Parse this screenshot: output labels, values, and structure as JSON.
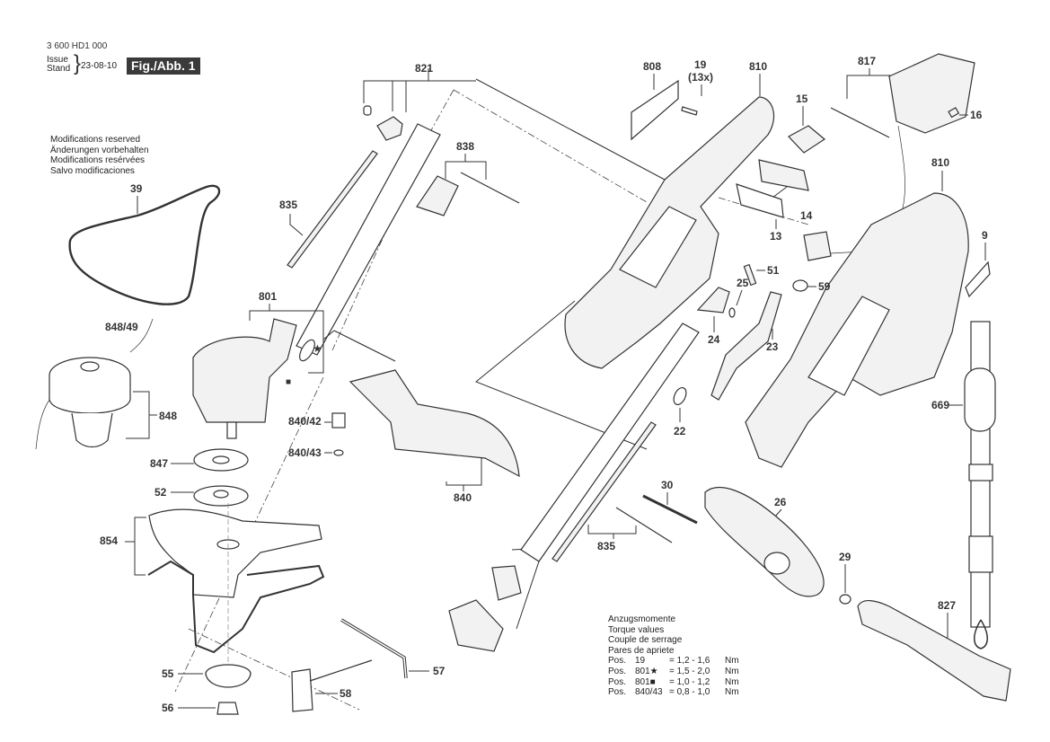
{
  "header": {
    "part_number": "3 600 HD1 000",
    "issue_label_en": "Issue",
    "issue_label_de": "Stand",
    "issue_date": "23-08-10",
    "figure_label": "Fig./Abb. 1"
  },
  "modifications_notice": [
    "Modifications reserved",
    "Änderungen vorbehalten",
    "Modifications resérvées",
    "Salvo modificaciones"
  ],
  "torque_table": {
    "titles": [
      "Anzugsmomente",
      "Torque values",
      "Couple de serrage",
      "Pares de apriete"
    ],
    "rows": [
      {
        "prefix": "Pos.",
        "pos": "19",
        "value": "= 1,2 - 1,6",
        "unit": "Nm"
      },
      {
        "prefix": "Pos.",
        "pos": "801★",
        "value": "= 1,5 - 2,0",
        "unit": "Nm"
      },
      {
        "prefix": "Pos.",
        "pos": "801■",
        "value": "= 1,0 - 1,2",
        "unit": "Nm"
      },
      {
        "prefix": "Pos.",
        "pos": "840/43",
        "value": "= 0,8 - 1,0",
        "unit": "Nm"
      }
    ]
  },
  "markers": {
    "star": "★",
    "square": "■"
  },
  "part_labels": {
    "p821": "821",
    "p808": "808",
    "p19": "19",
    "p19qty": "(13x)",
    "p810a": "810",
    "p817": "817",
    "p15": "15",
    "p16": "16",
    "p810b": "810",
    "p14": "14",
    "p13": "13",
    "p9": "9",
    "p51": "51",
    "p25": "25",
    "p59": "59",
    "p24": "24",
    "p23": "23",
    "p22": "22",
    "p838": "838",
    "p835a": "835",
    "p835b": "835",
    "p39": "39",
    "p801": "801",
    "p848_49": "848/49",
    "p848": "848",
    "p847": "847",
    "p52": "52",
    "p854": "854",
    "p840_42": "840/42",
    "p840_43": "840/43",
    "p840": "840",
    "p55": "55",
    "p56": "56",
    "p58": "58",
    "p57": "57",
    "p30": "30",
    "p26": "26",
    "p29": "29",
    "p827": "827",
    "p669": "669"
  }
}
